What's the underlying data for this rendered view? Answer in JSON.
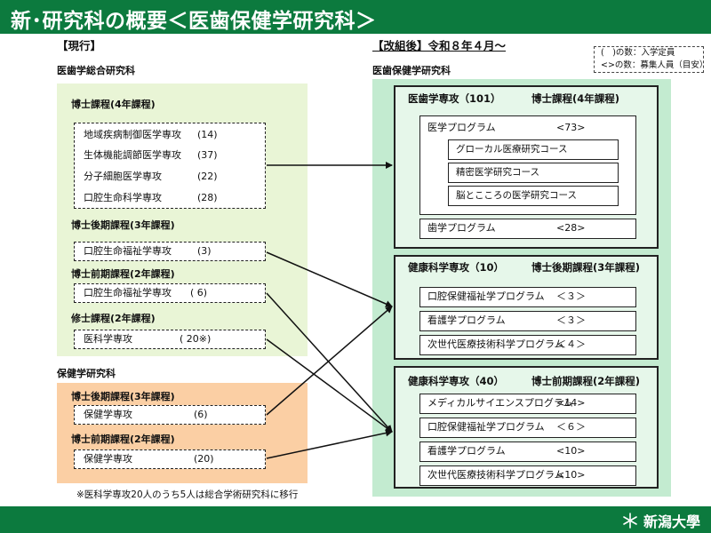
{
  "title": "新･研究科の概要＜医歯保健学研究科＞",
  "logo": "新潟大學",
  "legend": [
    "(　)の数：入学定員",
    "<>の数：募集人員（目安）"
  ],
  "current": {
    "label": "【現行】",
    "school": "医歯学総合研究科",
    "doctor4": {
      "title": "博士課程(4年課程)",
      "items": [
        {
          "name": "地域疾病制御医学専攻",
          "cap": "(14)"
        },
        {
          "name": "生体機能調節医学専攻",
          "cap": "(37)"
        },
        {
          "name": "分子細胞医学専攻",
          "cap": "(22)"
        },
        {
          "name": "口腔生命科学専攻",
          "cap": "(28)"
        }
      ]
    },
    "doctor3": {
      "title": "博士後期課程(3年課程)",
      "name": "口腔生命福祉学専攻",
      "cap": "(3)"
    },
    "master2": {
      "title": "博士前期課程(2年課程)",
      "name": "口腔生命福祉学専攻",
      "cap": "( 6)"
    },
    "masters": {
      "title": "修士課程(2年課程)",
      "name": "医科学専攻",
      "cap": "( 20※)"
    },
    "health_school": "保健学研究科",
    "health_doc3": {
      "title": "博士後期課程(3年課程)",
      "name": "保健学専攻",
      "cap": "(6)"
    },
    "health_master2": {
      "title": "博士前期課程(2年課程)",
      "name": "保健学専攻",
      "cap": "(20)"
    },
    "note": "※医科学専攻20人のうち5人は総合学術研究科に移行"
  },
  "new": {
    "label": "【改組後】令和８年４月～",
    "school": "医歯保健学研究科",
    "dental": {
      "name": "医歯学専攻（101）",
      "course": "博士課程(4年課程)",
      "medical_program": {
        "name": "医学プログラム",
        "num": "<73>"
      },
      "courses": [
        "グローカル医療研究コース",
        "精密医学研究コース",
        "脳とこころの医学研究コース"
      ],
      "dental_program": {
        "name": "歯学プログラム",
        "num": "<28>"
      }
    },
    "health_doc": {
      "name": "健康科学専攻（10）",
      "course": "博士後期課程(3年課程)",
      "programs": [
        {
          "name": "口腔保健福祉学プログラム",
          "num": "＜３＞"
        },
        {
          "name": "看護学プログラム",
          "num": "＜３＞"
        },
        {
          "name": "次世代医療技術科学プログラム",
          "num": "＜４＞"
        }
      ]
    },
    "health_master": {
      "name": "健康科学専攻（40）",
      "course": "博士前期課程(2年課程)",
      "programs": [
        {
          "name": "メディカルサイエンスプログラム",
          "num": "<14>"
        },
        {
          "name": "口腔保健福祉学プログラム",
          "num": "＜６＞"
        },
        {
          "name": "看護学プログラム",
          "num": "<10>"
        },
        {
          "name": "次世代医療技術科学プログラム",
          "num": "<10>"
        }
      ]
    }
  }
}
